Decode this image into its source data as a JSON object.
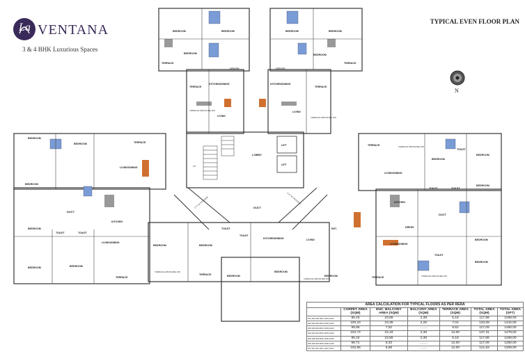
{
  "brand": {
    "script": "La",
    "word": "VENTANA",
    "tagline": "3 & 4 BHK Luxurious Spaces"
  },
  "plan_title": "TYPICAL EVEN FLOOR PLAN",
  "compass_label": "N",
  "colors": {
    "brand": "#3a2a5a",
    "wall": "#333333",
    "bath_tile": "#6a8ec8",
    "wardrobe": "#c86a2a",
    "kitchen": "#888888"
  },
  "rooms": {
    "bedroom": "BEDROOM",
    "toilet": "TOILET",
    "terrace": "TERRACE",
    "terrace_above": "TERRACE ABOVE BELOW",
    "kitchen_dining": "KITCHEN/DINING",
    "living": "LIVING",
    "living_dining": "LIVING/DINING",
    "utility": "UTILITY",
    "lobby": "LOBBY",
    "lift": "LIFT",
    "duct": "DUCT",
    "kitchen": "KITCHEN",
    "entrance": "ENT.",
    "dress": "DRESS",
    "up": "UP",
    "staircase_left": "1'-0\" W. PASSAGE",
    "staircase_right": "5'-0\" W. PASSAGE"
  },
  "area_table": {
    "caption": "AREA CALCULATION FOR TYPICAL FLOORS AS PER RERA",
    "headers": [
      "CARPET AREA (SQM)",
      "ENC. BALCONY AREA (SQM)",
      "BALCONY AREA (SQM)",
      "TERRACE AREA (SQM)",
      "TOTAL AREA (SQM)",
      "TOTAL AREA (SFT)"
    ],
    "rows": [
      {
        "unit": "201,401,601,801,1001,1201",
        "carpet": "85,43",
        "enc": "23,89",
        "balcony": "2,38",
        "terrace": "6,18",
        "total_sqm": "117,88",
        "total_sft": "1269,00"
      },
      {
        "unit": "202,402,602,802,1002,1202",
        "carpet": "100,23",
        "enc": "23,39",
        "balcony": "2,26",
        "terrace": "7,04",
        "total_sqm": "133,09",
        "total_sft": "1442,00"
      },
      {
        "unit": "203,403,603,803,1003,1203",
        "carpet": "99,95",
        "enc": "7,52",
        "balcony": "........",
        "terrace": "9,62",
        "total_sqm": "117,09",
        "total_sft": "1260,00"
      },
      {
        "unit": "204,404,604,804,1004,1204",
        "carpet": "102,74",
        "enc": "23,19",
        "balcony": "2,38",
        "terrace": "12,00",
        "total_sqm": "137,31",
        "total_sft": "1478,00"
      },
      {
        "unit": "205,405,605,805,1005,1205",
        "carpet": "85,43",
        "enc": "23,89",
        "balcony": "2,38",
        "terrace": "6,18",
        "total_sqm": "117,88",
        "total_sft": "1269,00"
      },
      {
        "unit": "206,406,606,806,1006,1206",
        "carpet": "98,71",
        "enc": "6,33",
        "balcony": "........",
        "terrace": "12,00",
        "total_sqm": "117,09",
        "total_sft": "1260,00"
      },
      {
        "unit": "207,407,607,807,1007,1207",
        "carpet": "102,65",
        "enc": "6,98",
        "balcony": "........",
        "terrace": "12,00",
        "total_sqm": "121,63",
        "total_sft": "1309,00"
      }
    ]
  }
}
